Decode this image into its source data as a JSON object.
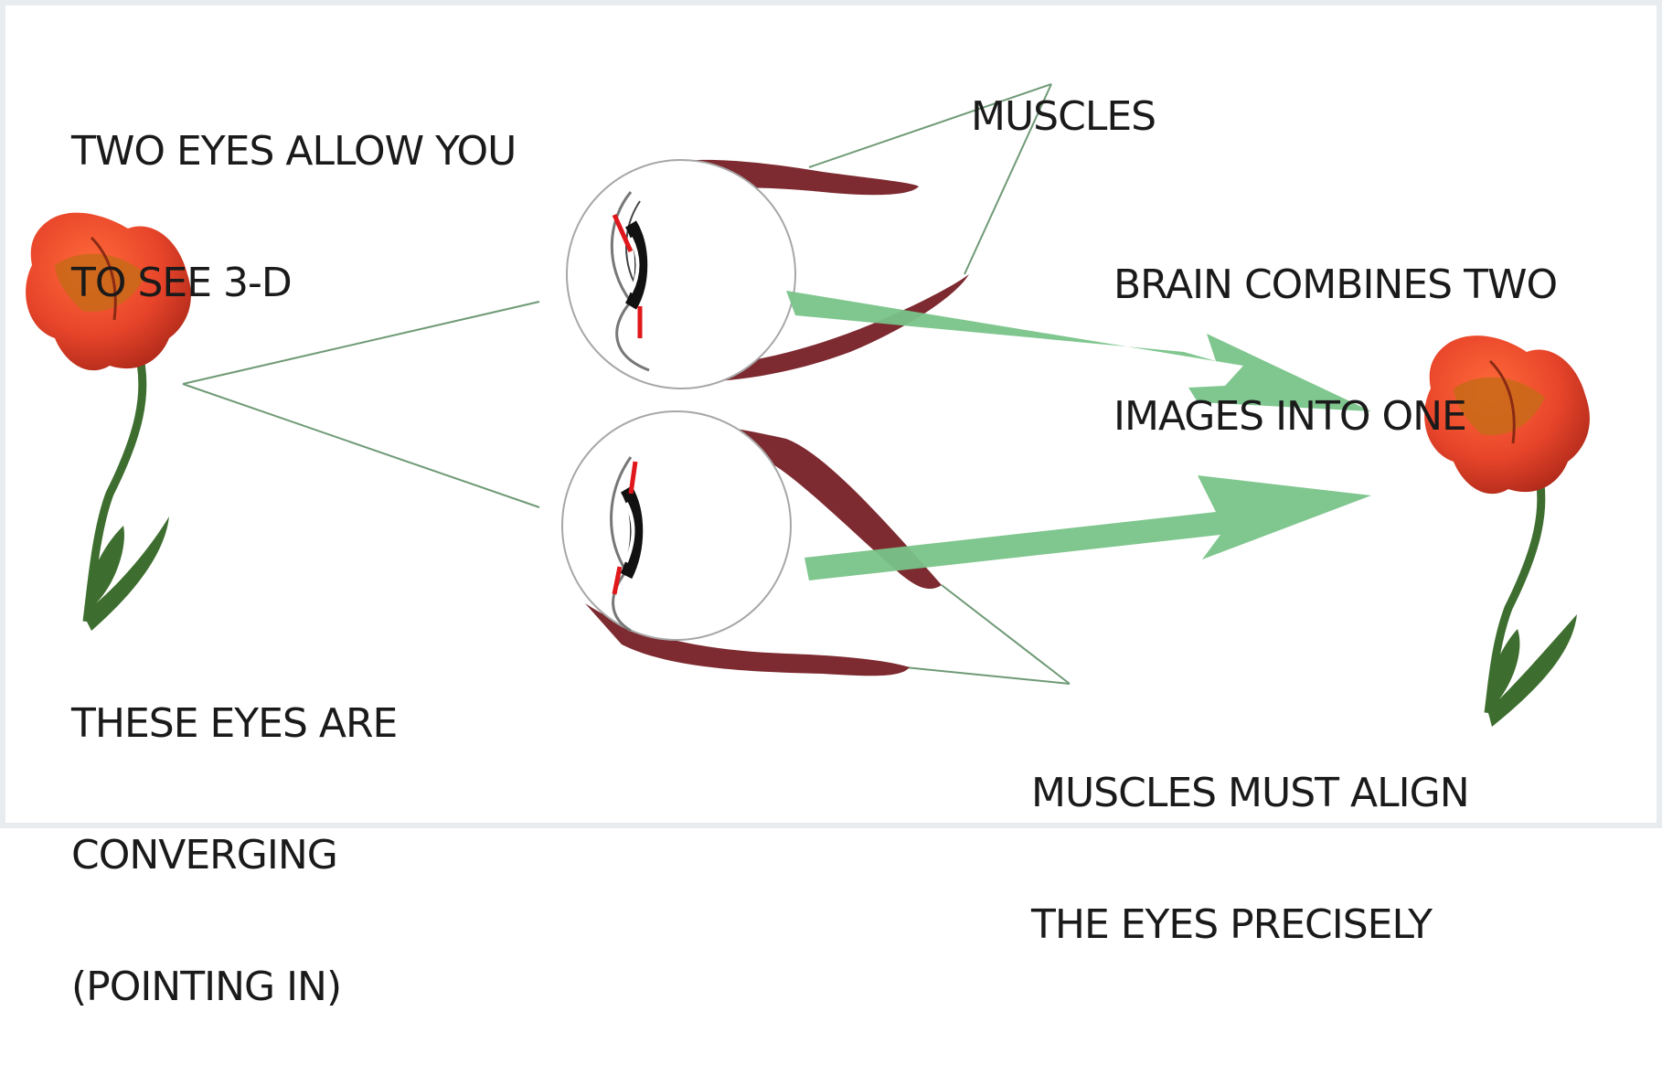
{
  "labels": {
    "top_left": [
      "TWO EYES ALLOW YOU",
      "TO SEE 3-D"
    ],
    "muscles": "MUSCLES",
    "brain": [
      "BRAIN COMBINES TWO",
      "IMAGES INTO ONE"
    ],
    "bottom_left": [
      "THESE EYES ARE",
      "CONVERGING",
      "(POINTING IN)"
    ],
    "bottom_right": [
      "MUSCLES MUST ALIGN",
      "THE EYES PRECISELY"
    ]
  },
  "colors": {
    "muscle": "#7d2a30",
    "arrow": "#79c389",
    "leader_line": "#5f8f67",
    "flower_petal": "#e8452a",
    "flower_center": "#c86a18",
    "stem": "#3e6e2f",
    "eye_outline": "#9a9a9a"
  },
  "icons": {
    "left_flower": "poppy-flower-icon",
    "right_flower": "poppy-flower-icon",
    "upper_eye": "eyeball-icon",
    "lower_eye": "eyeball-icon"
  }
}
